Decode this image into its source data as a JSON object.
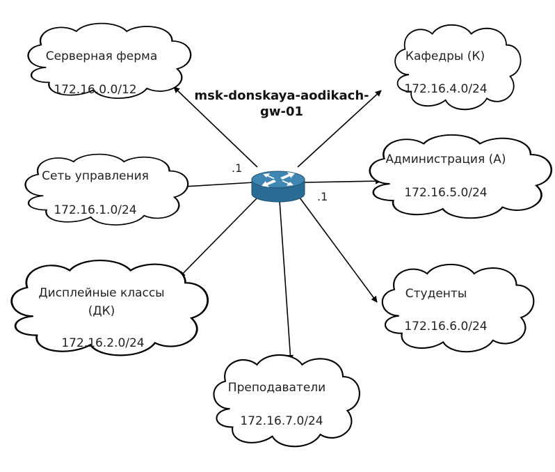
{
  "router": {
    "name_line1": "msk-donskaya-aodikach-",
    "name_line2": "gw-01",
    "icon": "router-icon",
    "body_color": "#2a6c96",
    "top_color": "#3f86b3"
  },
  "interface_labels": [
    ".1",
    ".1"
  ],
  "networks": [
    {
      "id": "server-farm",
      "name": [
        "Серверная ферма"
      ],
      "subnet": "172.16.0.0/12"
    },
    {
      "id": "management",
      "name": [
        "Сеть управления"
      ],
      "subnet": "172.16.1.0/24"
    },
    {
      "id": "display-classes",
      "name": [
        "Дисплейные классы",
        "(ДК)"
      ],
      "subnet": "172.16.2.0/24"
    },
    {
      "id": "teachers",
      "name": [
        "Преподаватели"
      ],
      "subnet": "172.16.7.0/24"
    },
    {
      "id": "departments",
      "name": [
        "Кафедры (К)"
      ],
      "subnet": "172.16.4.0/24"
    },
    {
      "id": "administration",
      "name": [
        "Администрация (А)"
      ],
      "subnet": "172.16.5.0/24"
    },
    {
      "id": "students",
      "name": [
        "Студенты"
      ],
      "subnet": "172.16.6.0/24"
    }
  ]
}
